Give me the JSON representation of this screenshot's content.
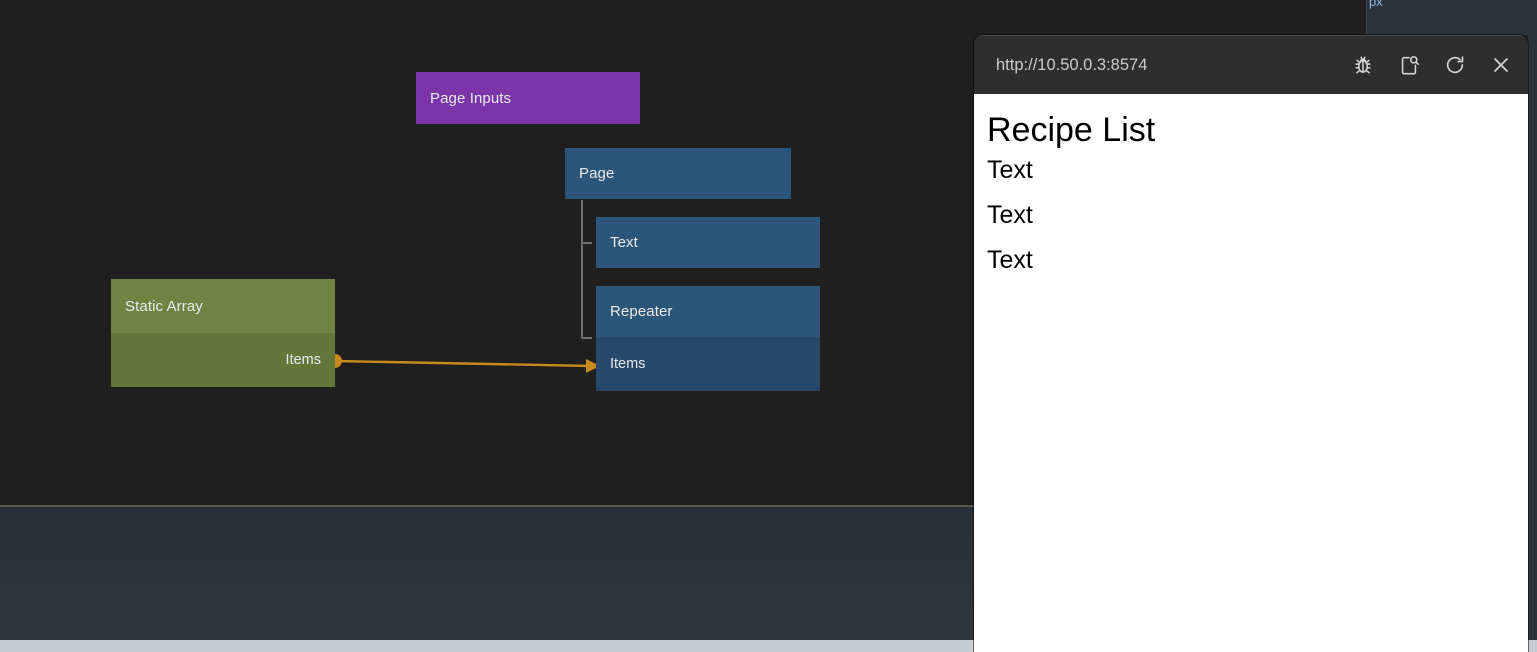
{
  "editor": {
    "name": "node-graph-editor",
    "background_color": "#1f1f1f",
    "nodes": [
      {
        "id": "page-inputs",
        "title": "Page Inputs",
        "color": "#7b35a8",
        "kind": "header-only",
        "ports": []
      },
      {
        "id": "page",
        "title": "Page",
        "color": "#2c5679",
        "kind": "header-only",
        "ports": []
      },
      {
        "id": "text",
        "title": "Text",
        "color": "#2c5679",
        "kind": "header-only",
        "ports": []
      },
      {
        "id": "repeater",
        "title": "Repeater",
        "color": "#2c5679",
        "body_color": "#27486a",
        "kind": "header-body",
        "ports": [
          {
            "label": "Items",
            "direction": "input"
          }
        ]
      },
      {
        "id": "static-array",
        "title": "Static Array",
        "color": "#6e8442",
        "body_color": "#63773b",
        "kind": "header-body",
        "ports": [
          {
            "label": "Items",
            "direction": "output"
          }
        ]
      }
    ],
    "connections": [
      {
        "from_node": "static-array",
        "from_port": "Items",
        "to_node": "repeater",
        "to_port": "Items",
        "color": "#c8891d"
      }
    ],
    "tree_edges": [
      {
        "parent": "page",
        "child": "text"
      },
      {
        "parent": "page",
        "child": "repeater"
      }
    ],
    "clipped_label": "px"
  },
  "browser": {
    "url": "http://10.50.0.3:8574",
    "actions": [
      {
        "name": "debug-bug-icon",
        "label": "Debug"
      },
      {
        "name": "inspect-page-icon",
        "label": "Inspect"
      },
      {
        "name": "reload-icon",
        "label": "Reload"
      },
      {
        "name": "close-icon",
        "label": "Close"
      }
    ],
    "page": {
      "title": "Recipe List",
      "items": [
        "Text",
        "Text",
        "Text"
      ]
    }
  }
}
